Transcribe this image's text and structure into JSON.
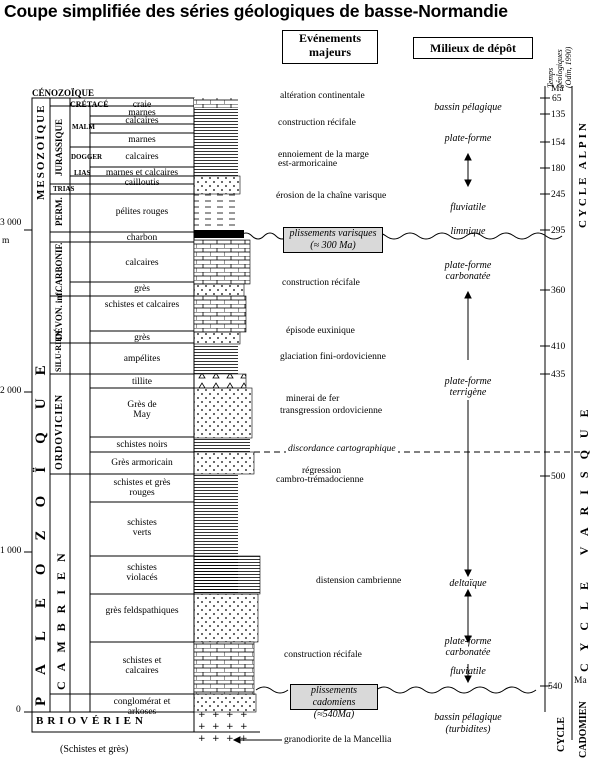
{
  "title": "Coupe simplifiée des séries géologiques de basse-Normandie",
  "headers": {
    "events": "Evénements majeurs",
    "events_l1": "Evénements",
    "events_l2": "majeurs",
    "environments": "Milieux de dépôt",
    "time": "Temps géologiques (Odin, 1990)",
    "time_l1": "Temps",
    "time_l2": "géologiques",
    "time_l3": "(Odin, 1990)"
  },
  "depth_axis": {
    "unit": "m",
    "ticks": [
      "3 000",
      "2 000",
      "1 000",
      "0"
    ]
  },
  "eras": {
    "cenozoic": "CÉNOZOÏQUE",
    "mesozoic": "MESOZOÏQUE",
    "paleozoic": "PALEOZOÏQUE",
    "paleozoic_letters": [
      "P",
      "A",
      "L",
      "E",
      "O",
      "Z",
      "O",
      "Ï",
      "Q",
      "U",
      "E"
    ],
    "mesozoic_letters": [
      "M",
      "E",
      "S",
      "O",
      "Z",
      "O",
      "Ï",
      "Q",
      "U",
      "E"
    ],
    "briov": "BRIOVÉRIEN",
    "briov_sub": "(Schistes et grès)"
  },
  "systems": [
    "CRÉTACÉ",
    "JURASSIQUE",
    "TRIAS",
    "PERM.",
    "CARBONIF.",
    "DÉVON. inf.",
    "SILU-RIEN",
    "ORDOVICIEN",
    "CAMBRIEN"
  ],
  "subsystems": [
    "MALM",
    "DOGGER",
    "LIAS"
  ],
  "lithology": [
    "craie",
    "marnes",
    "calcaires",
    "marnes",
    "calcaires",
    "marnes et calcaires",
    "cailloutis",
    "pélites rouges",
    "charbon",
    "calcaires",
    "grès",
    "schistes et calcaires",
    "grès",
    "ampélites",
    "tillite",
    "Grès de May",
    "schistes noirs",
    "Grès armoricain",
    "schistes et grès rouges",
    "schistes verts",
    "schistes violacés",
    "grès feldspathiques",
    "schistes et calcaires",
    "conglomérat et arkoses"
  ],
  "events": [
    "altération continentale",
    "construction récifale",
    "ennoiement de la marge",
    "est-armoricaine",
    "érosion de la chaîne varisque",
    "plissements varisques",
    "(≈ 300 Ma)",
    "construction récifale",
    "épisode euxinique",
    "glaciation fini-ordovicienne",
    "minerai de fer",
    "transgression ordovicienne",
    "discordance cartographique",
    "régression",
    "cambro-trémadocienne",
    "distension cambrienne",
    "construction récifale",
    "plissements cadomiens",
    "(≈540Ma)",
    "granodiorite de la Mancellia"
  ],
  "environments": [
    "bassin pélagique",
    "plate-forme",
    "fluviatile",
    "limnique",
    "plate-forme",
    "carbonatée",
    "plate-forme",
    "terrigène",
    "deltaïque",
    "plate-forme",
    "carbonatée",
    "fluviatile",
    "bassin pélagique",
    "(turbidites)"
  ],
  "ages": [
    "Ma",
    "65",
    "135",
    "154",
    "180",
    "245",
    "295",
    "360",
    "410",
    "435",
    "500",
    "540",
    "Ma"
  ],
  "cycles": {
    "alpin": "CYCLE ALPIN",
    "varisque": "CYCLE VARISQUE",
    "cadomien_1": "CYCLE",
    "cadomien_2": "CADOMIEN"
  }
}
